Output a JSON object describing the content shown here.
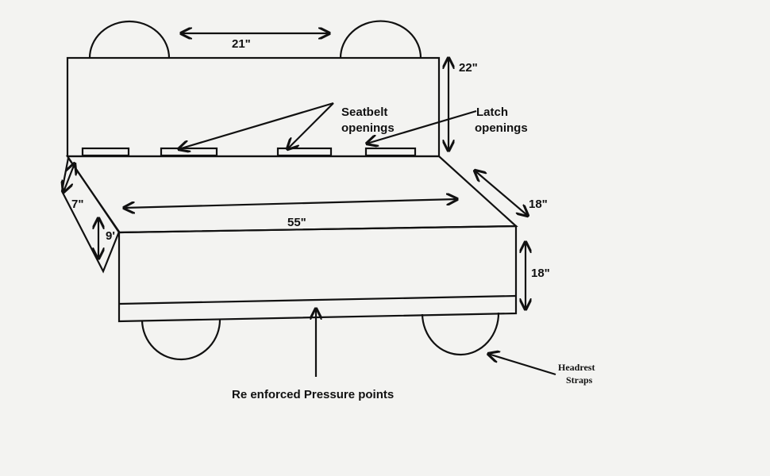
{
  "labels": {
    "headrest_spacing": "21\"",
    "back_height": "22\"",
    "seatbelt": [
      "Seatbelt",
      "openings"
    ],
    "latch": [
      "Latch",
      "openings"
    ],
    "seat_depth": "18\"",
    "side_top": "7\"",
    "side_height": "9'",
    "seat_width": "55\"",
    "front_height": "18\"",
    "pressure_points": "Re enforced Pressure points",
    "headrest_straps": [
      "Headrest",
      "Straps"
    ]
  }
}
